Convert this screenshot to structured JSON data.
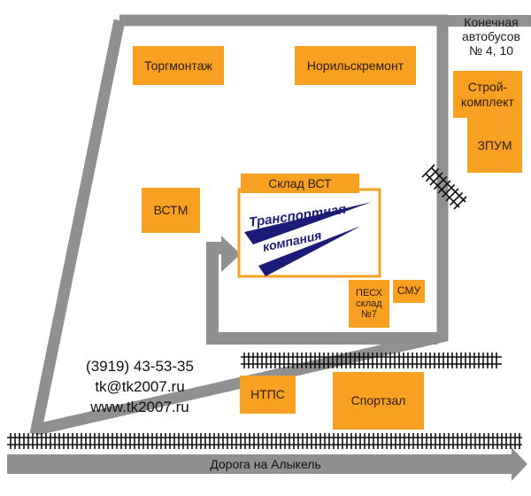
{
  "buildings": {
    "torgmontazh": "Торгмонтаж",
    "norilskremont": "Норильскремонт",
    "vstm": "ВСТМ",
    "stroykomplekt": "Строй-\nкомплект",
    "zpum": "ЗПУМ",
    "sklad_vst": "Склад ВСТ",
    "pesh_sklad": "ПЕСХ\nсклад\n№7",
    "smu": "СМУ",
    "ntps": "НТПС",
    "sportzal": "Спортзал"
  },
  "bus_stop": "Конечная\nавтобусов\n№ 4, 10",
  "logo": {
    "line1": "Транспортная",
    "line2": "компания"
  },
  "contact": {
    "phone": "(3919) 43-53-35",
    "email": "tk@tk2007.ru",
    "website": "www.tk2007.ru"
  },
  "road_label": "Дорога на Алыкель",
  "colors": {
    "road": "#909090",
    "building": "#f7a021",
    "logo_blue": "#1c1c78",
    "rail": "#111111"
  }
}
